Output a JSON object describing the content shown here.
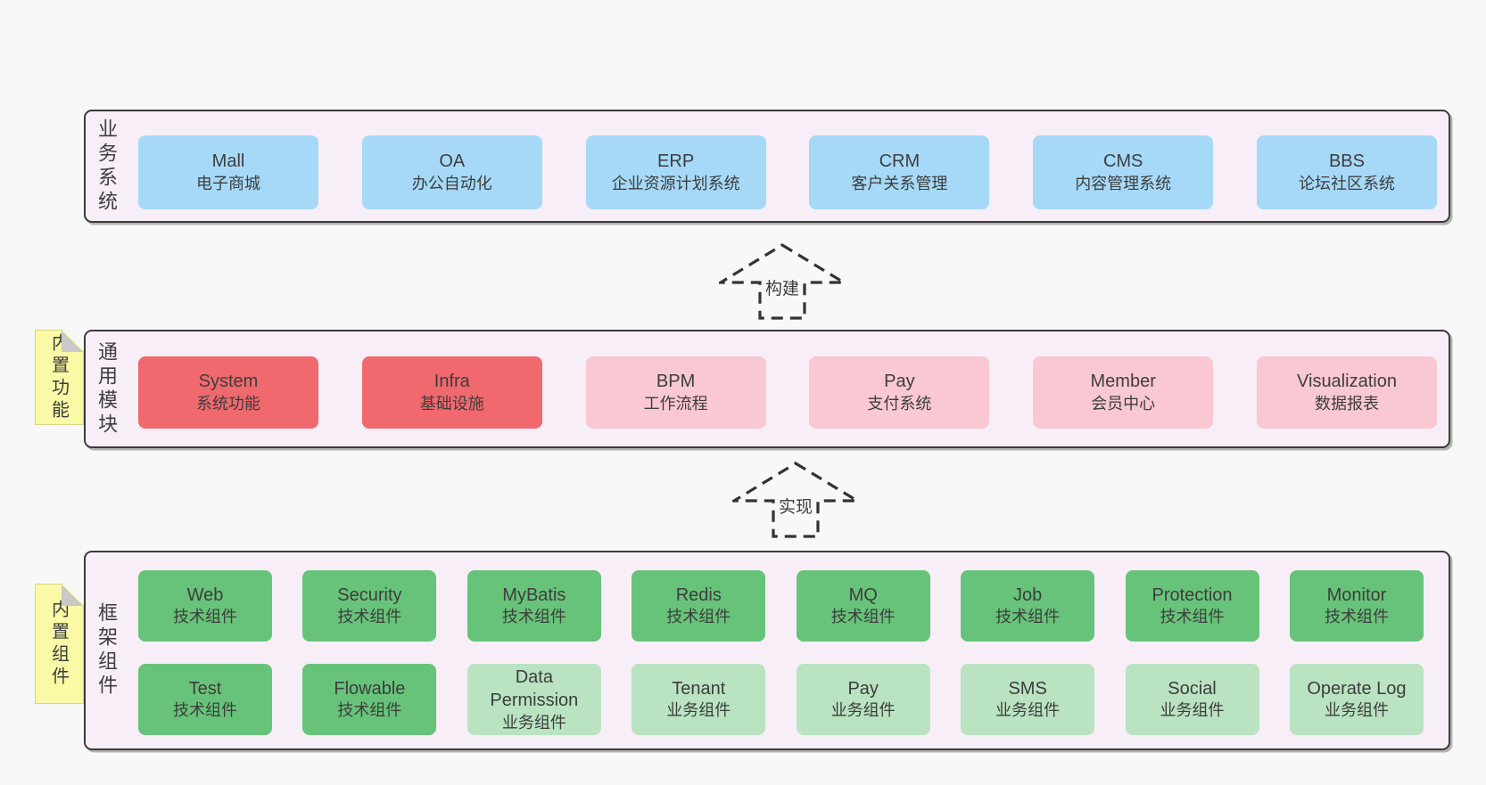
{
  "colors": {
    "page-bg": "#f8f8f8",
    "panel-bg": "#f7eef7",
    "panel-border": "#3b3b3b",
    "text": "#3d3d3d",
    "blue": "#a6d9f7",
    "red": "#f0696e",
    "pink": "#f9c8d3",
    "green": "#67c379",
    "light-green": "#b9e3c1",
    "note-yellow": "#f9f9a6",
    "note-fold": "#c9c9c9",
    "arrow": "#333333"
  },
  "sections": {
    "business": {
      "label": "业务系统",
      "boxes": [
        {
          "title": "Mall",
          "subtitle": "电子商城",
          "variant": "blue"
        },
        {
          "title": "OA",
          "subtitle": "办公自动化",
          "variant": "blue"
        },
        {
          "title": "ERP",
          "subtitle": "企业资源计划系统",
          "variant": "blue"
        },
        {
          "title": "CRM",
          "subtitle": "客户关系管理",
          "variant": "blue"
        },
        {
          "title": "CMS",
          "subtitle": "内容管理系统",
          "variant": "blue"
        },
        {
          "title": "BBS",
          "subtitle": "论坛社区系统",
          "variant": "blue"
        }
      ]
    },
    "modules": {
      "label": "通用模块",
      "note": "内置功能",
      "boxes": [
        {
          "title": "System",
          "subtitle": "系统功能",
          "variant": "red"
        },
        {
          "title": "Infra",
          "subtitle": "基础设施",
          "variant": "red"
        },
        {
          "title": "BPM",
          "subtitle": "工作流程",
          "variant": "pink"
        },
        {
          "title": "Pay",
          "subtitle": "支付系统",
          "variant": "pink"
        },
        {
          "title": "Member",
          "subtitle": "会员中心",
          "variant": "pink"
        },
        {
          "title": "Visualization",
          "subtitle": "数据报表",
          "variant": "pink"
        }
      ]
    },
    "components": {
      "label": "框架组件",
      "note": "内置组件",
      "row1": [
        {
          "title": "Web",
          "subtitle": "技术组件",
          "variant": "green"
        },
        {
          "title": "Security",
          "subtitle": "技术组件",
          "variant": "green"
        },
        {
          "title": "MyBatis",
          "subtitle": "技术组件",
          "variant": "green"
        },
        {
          "title": "Redis",
          "subtitle": "技术组件",
          "variant": "green"
        },
        {
          "title": "MQ",
          "subtitle": "技术组件",
          "variant": "green"
        },
        {
          "title": "Job",
          "subtitle": "技术组件",
          "variant": "green"
        },
        {
          "title": "Protection",
          "subtitle": "技术组件",
          "variant": "green"
        },
        {
          "title": "Monitor",
          "subtitle": "技术组件",
          "variant": "green"
        }
      ],
      "row2": [
        {
          "title": "Test",
          "subtitle": "技术组件",
          "variant": "green"
        },
        {
          "title": "Flowable",
          "subtitle": "技术组件",
          "variant": "green"
        },
        {
          "title": "Data Permission",
          "subtitle": "业务组件",
          "variant": "lgreen"
        },
        {
          "title": "Tenant",
          "subtitle": "业务组件",
          "variant": "lgreen"
        },
        {
          "title": "Pay",
          "subtitle": "业务组件",
          "variant": "lgreen"
        },
        {
          "title": "SMS",
          "subtitle": "业务组件",
          "variant": "lgreen"
        },
        {
          "title": "Social",
          "subtitle": "业务组件",
          "variant": "lgreen"
        },
        {
          "title": "Operate Log",
          "subtitle": "业务组件",
          "variant": "lgreen"
        }
      ]
    }
  },
  "arrows": {
    "build": {
      "label": "构建"
    },
    "implement": {
      "label": "实现"
    }
  }
}
